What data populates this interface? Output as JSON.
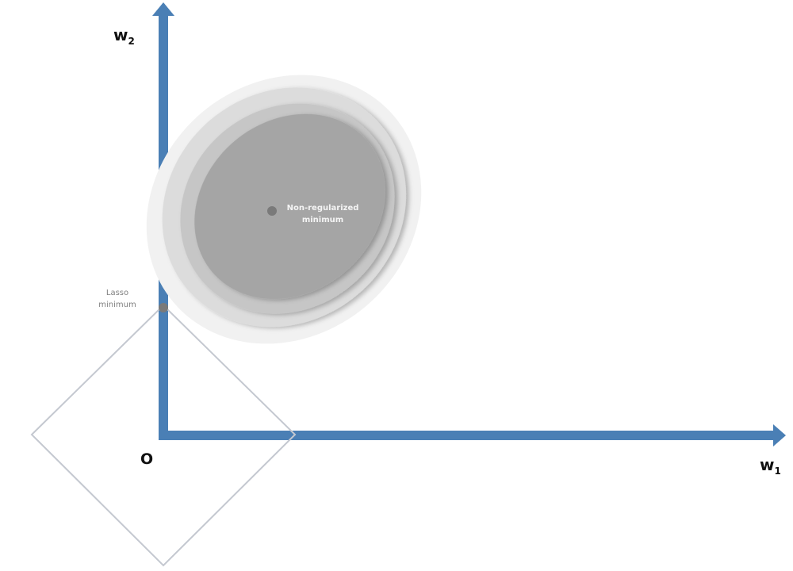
{
  "labels": {
    "w2_base": "w",
    "w2_sub": "2",
    "w1_base": "w",
    "w1_sub": "1",
    "origin": "O",
    "nonreg_line1": "Non-regularized",
    "nonreg_line2": "minimum",
    "lasso_line1": "Lasso",
    "lasso_line2": "minimum"
  },
  "colors": {
    "axis": "#4a7fb5",
    "contour_outer": "#f1f1f1",
    "contour_2": "#dcdcdc",
    "contour_3": "#c6c6c6",
    "contour_inner": "#a5a5a5",
    "diamond_stroke": "#c4c8d0",
    "point": "#7a7a7a"
  }
}
